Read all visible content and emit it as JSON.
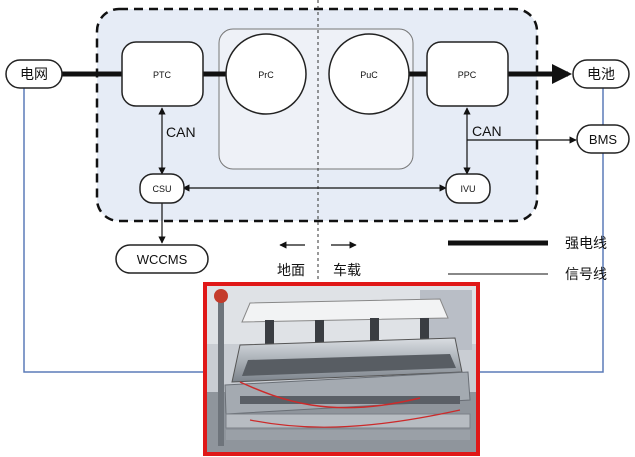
{
  "nodes": {
    "grid": "电网",
    "battery": "电池",
    "bms": "BMS",
    "wccms": "WCCMS",
    "ptc": "PTC",
    "prc": "PrC",
    "puc": "PuC",
    "ppc": "PPC",
    "csu": "CSU",
    "ivu": "IVU"
  },
  "labels": {
    "can_left": "CAN",
    "can_right": "CAN",
    "ground_side": "地面",
    "vehicle_side": "车载"
  },
  "legend": {
    "power_line": "强电线",
    "signal_line": "信号线"
  },
  "colors": {
    "panel_fill": "#e6ecf6",
    "signal_wire": "#5b7bb8",
    "photo_border": "#e01818"
  },
  "photo": {
    "subject": "wireless charging test bench"
  }
}
